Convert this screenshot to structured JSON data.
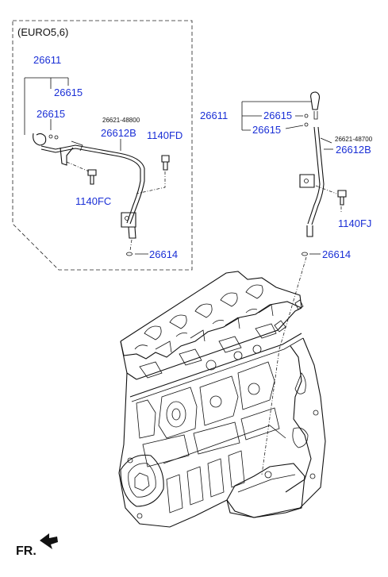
{
  "variant_box": {
    "title": "(EURO5,6)"
  },
  "left_assembly": {
    "label_26611": "26611",
    "label_26615_a": "26615",
    "label_26615_b": "26615",
    "subcode": "26621-48800",
    "label_26612b": "26612B",
    "label_1140fd": "1140FD",
    "label_1140fc": "1140FC",
    "label_26614": "26614"
  },
  "right_assembly": {
    "label_26611": "26611",
    "label_26615_a": "26615",
    "label_26615_b": "26615",
    "subcode": "26621-48700",
    "label_26612b": "26612B",
    "label_1140fj": "1140FJ",
    "label_26614": "26614"
  },
  "footer": {
    "direction": "FR."
  },
  "colors": {
    "callout": "#1a2fd6",
    "line": "#111111"
  }
}
